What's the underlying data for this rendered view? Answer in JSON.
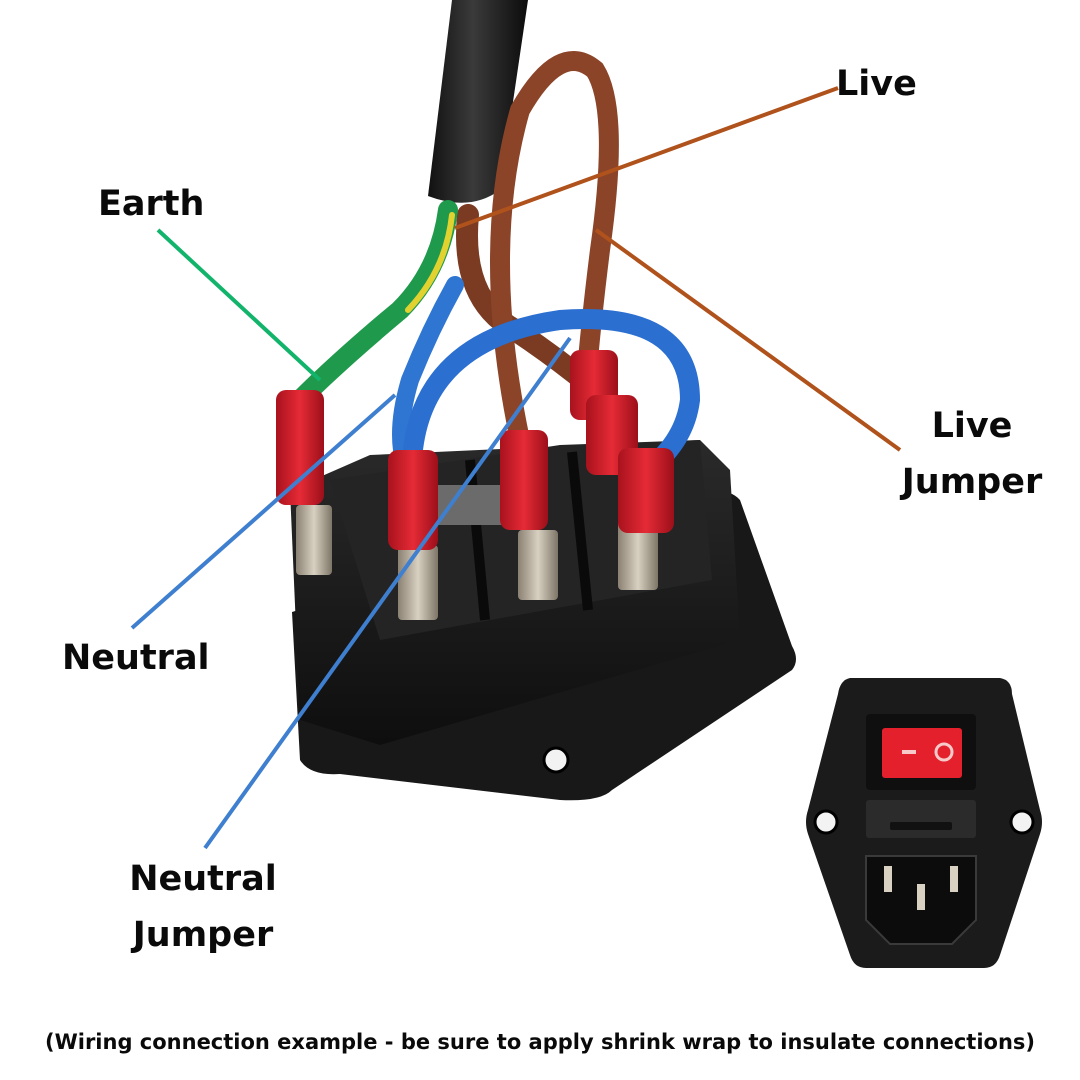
{
  "labels": {
    "earth": "Earth",
    "live": "Live",
    "live_jumper_line1": "Live",
    "live_jumper_line2": "Jumper",
    "neutral": "Neutral",
    "neutral_jumper_line1": "Neutral",
    "neutral_jumper_line2": "Jumper"
  },
  "caption": "(Wiring connection example - be sure to apply shrink wrap to insulate connections)",
  "colors": {
    "earth_line": "#12b36a",
    "live_line": "#b0521c",
    "neutral_line": "#3f7fcf",
    "terminal_red": "#d71f2b",
    "housing_black": "#151515",
    "switch_red": "#e3202c"
  },
  "icons": {
    "main_photo": "iec-power-inlet-wiring-photo",
    "inset_photo": "iec-inlet-switch-front-photo"
  }
}
